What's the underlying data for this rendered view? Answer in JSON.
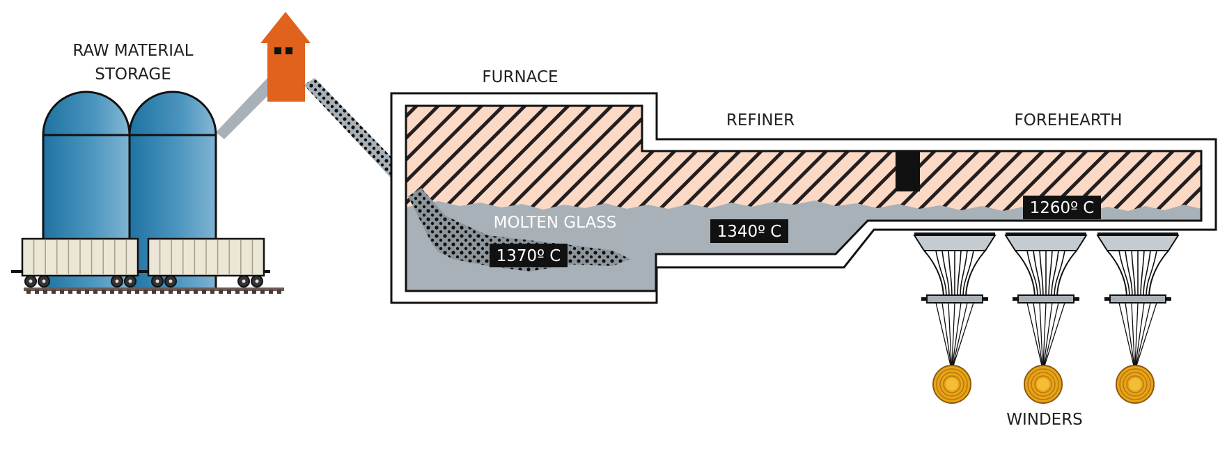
{
  "labels": {
    "raw_line1": "RAW MATERIAL",
    "raw_line2": "STORAGE",
    "furnace": "FURNACE",
    "refiner": "REFINER",
    "forehearth": "FOREHEARTH",
    "molten_glass": "MOLTEN GLASS",
    "winders": "WINDERS"
  },
  "temperatures": {
    "furnace": "1370º C",
    "refiner": "1340º C",
    "forehearth": "1260º C"
  },
  "colors": {
    "silo": "#2e7fab",
    "hopper": "#e0621d",
    "glass": "#a8b1b8",
    "hatch_bg": "#fbd9c5",
    "winder": "#e9a416",
    "railcar": "#ebe6d6",
    "outline": "#111111"
  }
}
